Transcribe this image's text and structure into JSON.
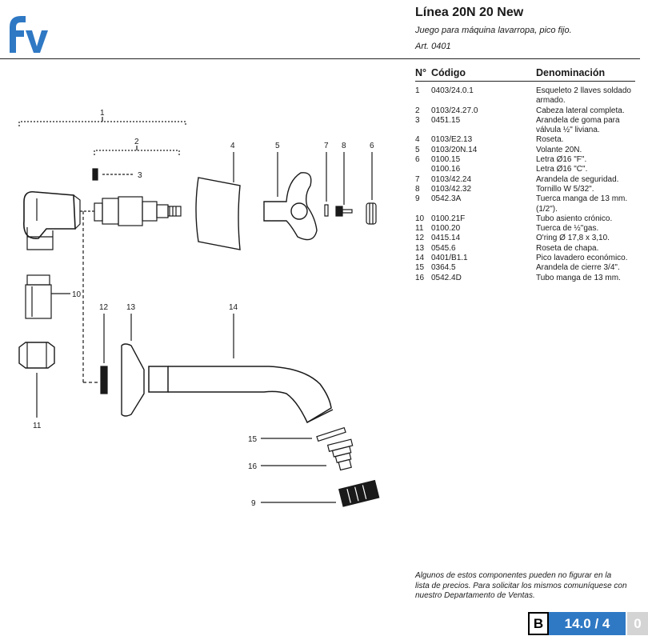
{
  "header": {
    "title": "Línea 20N 20 New",
    "subtitle": "Juego para máquina lavarropa, pico fijo.",
    "article": "Art. 0401"
  },
  "brand": {
    "logo_text": "fv",
    "color": "#2f78c4"
  },
  "parts_table": {
    "headers": {
      "num": "N°",
      "code": "Código",
      "name": "Denominación"
    },
    "rows": [
      {
        "num": "1",
        "code": "0403/24.0.1",
        "name": "Esqueleto 2 llaves soldado armado."
      },
      {
        "num": "2",
        "code": "0103/24.27.0",
        "name": "Cabeza lateral completa."
      },
      {
        "num": "3",
        "code": "0451.15",
        "name": "Arandela de goma para válvula ½\" liviana."
      },
      {
        "num": "4",
        "code": "0103/E2.13",
        "name": "Roseta."
      },
      {
        "num": "5",
        "code": "0103/20N.14",
        "name": "Volante 20N."
      },
      {
        "num": "6",
        "code": "0100.15",
        "name": "Letra Ø16 \"F\"."
      },
      {
        "num": "",
        "code": "0100.16",
        "name": "Letra Ø16 \"C\"."
      },
      {
        "num": "7",
        "code": "0103/42.24",
        "name": "Arandela de seguridad."
      },
      {
        "num": "8",
        "code": "0103/42.32",
        "name": "Tornillo W 5/32\"."
      },
      {
        "num": "9",
        "code": "0542.3A",
        "name": "Tuerca manga de 13 mm. (1/2\")."
      },
      {
        "num": "10",
        "code": "0100.21F",
        "name": "Tubo asiento crónico."
      },
      {
        "num": "11",
        "code": "0100.20",
        "name": "Tuerca de ½\"gas."
      },
      {
        "num": "12",
        "code": "0415.14",
        "name": "O'ring Ø 17,8 x 3,10."
      },
      {
        "num": "13",
        "code": "0545.6",
        "name": "Roseta de chapa."
      },
      {
        "num": "14",
        "code": "0401/B1.1",
        "name": "Pico lavadero económico."
      },
      {
        "num": "15",
        "code": "0364.5",
        "name": "Arandela de cierre 3/4\"."
      },
      {
        "num": "16",
        "code": "0542.4D",
        "name": "Tubo manga de 13 mm."
      }
    ]
  },
  "diagram_labels": {
    "l1": "1",
    "l2": "2",
    "l3": "3",
    "l4": "4",
    "l5": "5",
    "l6": "6",
    "l7": "7",
    "l8": "8",
    "l9": "9",
    "l10": "10",
    "l11": "11",
    "l12": "12",
    "l13": "13",
    "l14": "14",
    "l15": "15",
    "l16": "16"
  },
  "note": "Algunos de estos componentes pueden no figurar en la lista de precios. Para solicitar los mismos comuníquese con nuestro Departamento de Ventas.",
  "page_badge": {
    "letter": "B",
    "number": "14.0 / 4",
    "extra": "0"
  }
}
